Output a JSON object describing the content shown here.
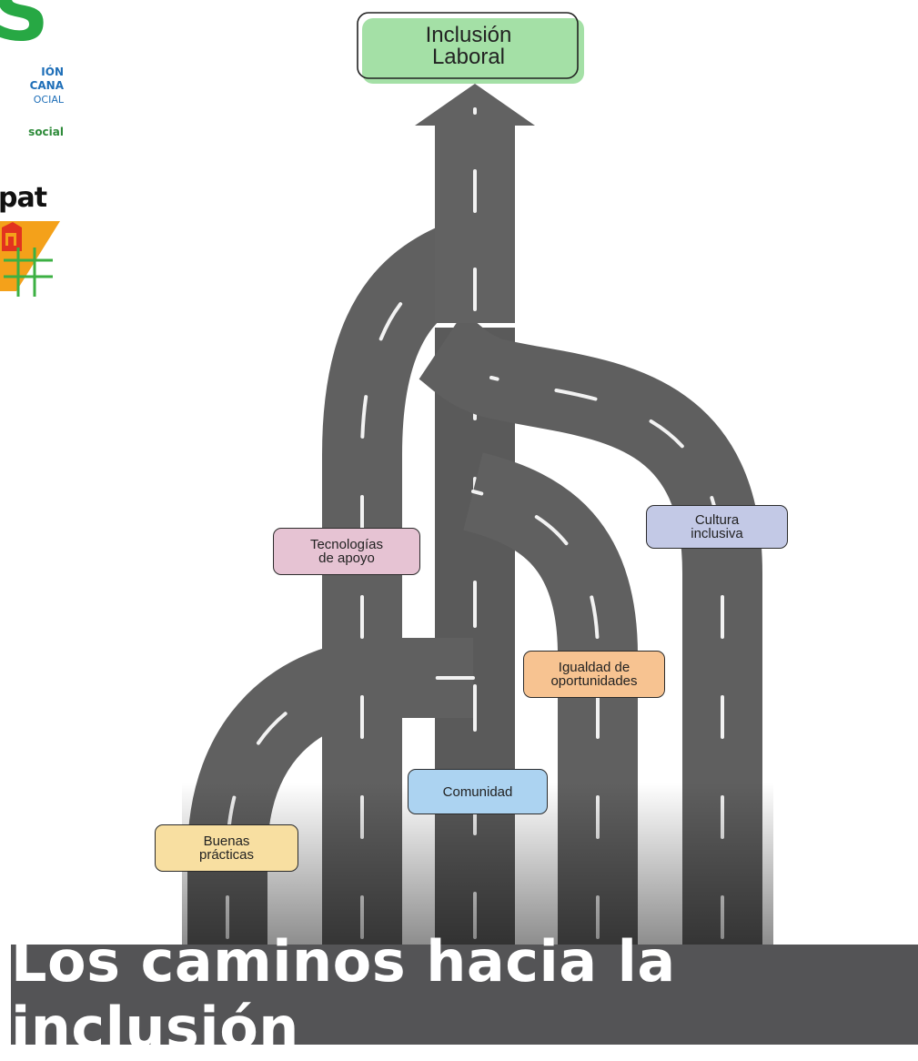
{
  "logos": {
    "top_big": "S",
    "top_line1": "IÓN",
    "top_line2": "CANA",
    "top_line3": "OCIAL",
    "top_line4": "social",
    "pat_text": "pat"
  },
  "title_sign": "Inclusión\nLaboral",
  "labels": {
    "tecnologias": "Tecnologías\nde apoyo",
    "cultura": "Cultura\ninclusiva",
    "igualdad": "Igualdad de\noportunidades",
    "comunidad": "Comunidad",
    "buenas": "Buenas\nprácticas"
  },
  "banner": "Los caminos hacia la inclusión",
  "colors": {
    "road": "#606060",
    "dash": "#f2f2f2",
    "sign_green": "#a4e0a6",
    "tecnologias": "#e6c3d3",
    "cultura": "#c3c9e6",
    "igualdad": "#f7c391",
    "comunidad": "#acd3f1",
    "buenas": "#f8dfa1",
    "banner": "#545456",
    "logo_green": "#27a844",
    "logo_blue": "#1f6fb8",
    "logo_orange": "#f4a11a",
    "logo_red": "#e2331f"
  }
}
